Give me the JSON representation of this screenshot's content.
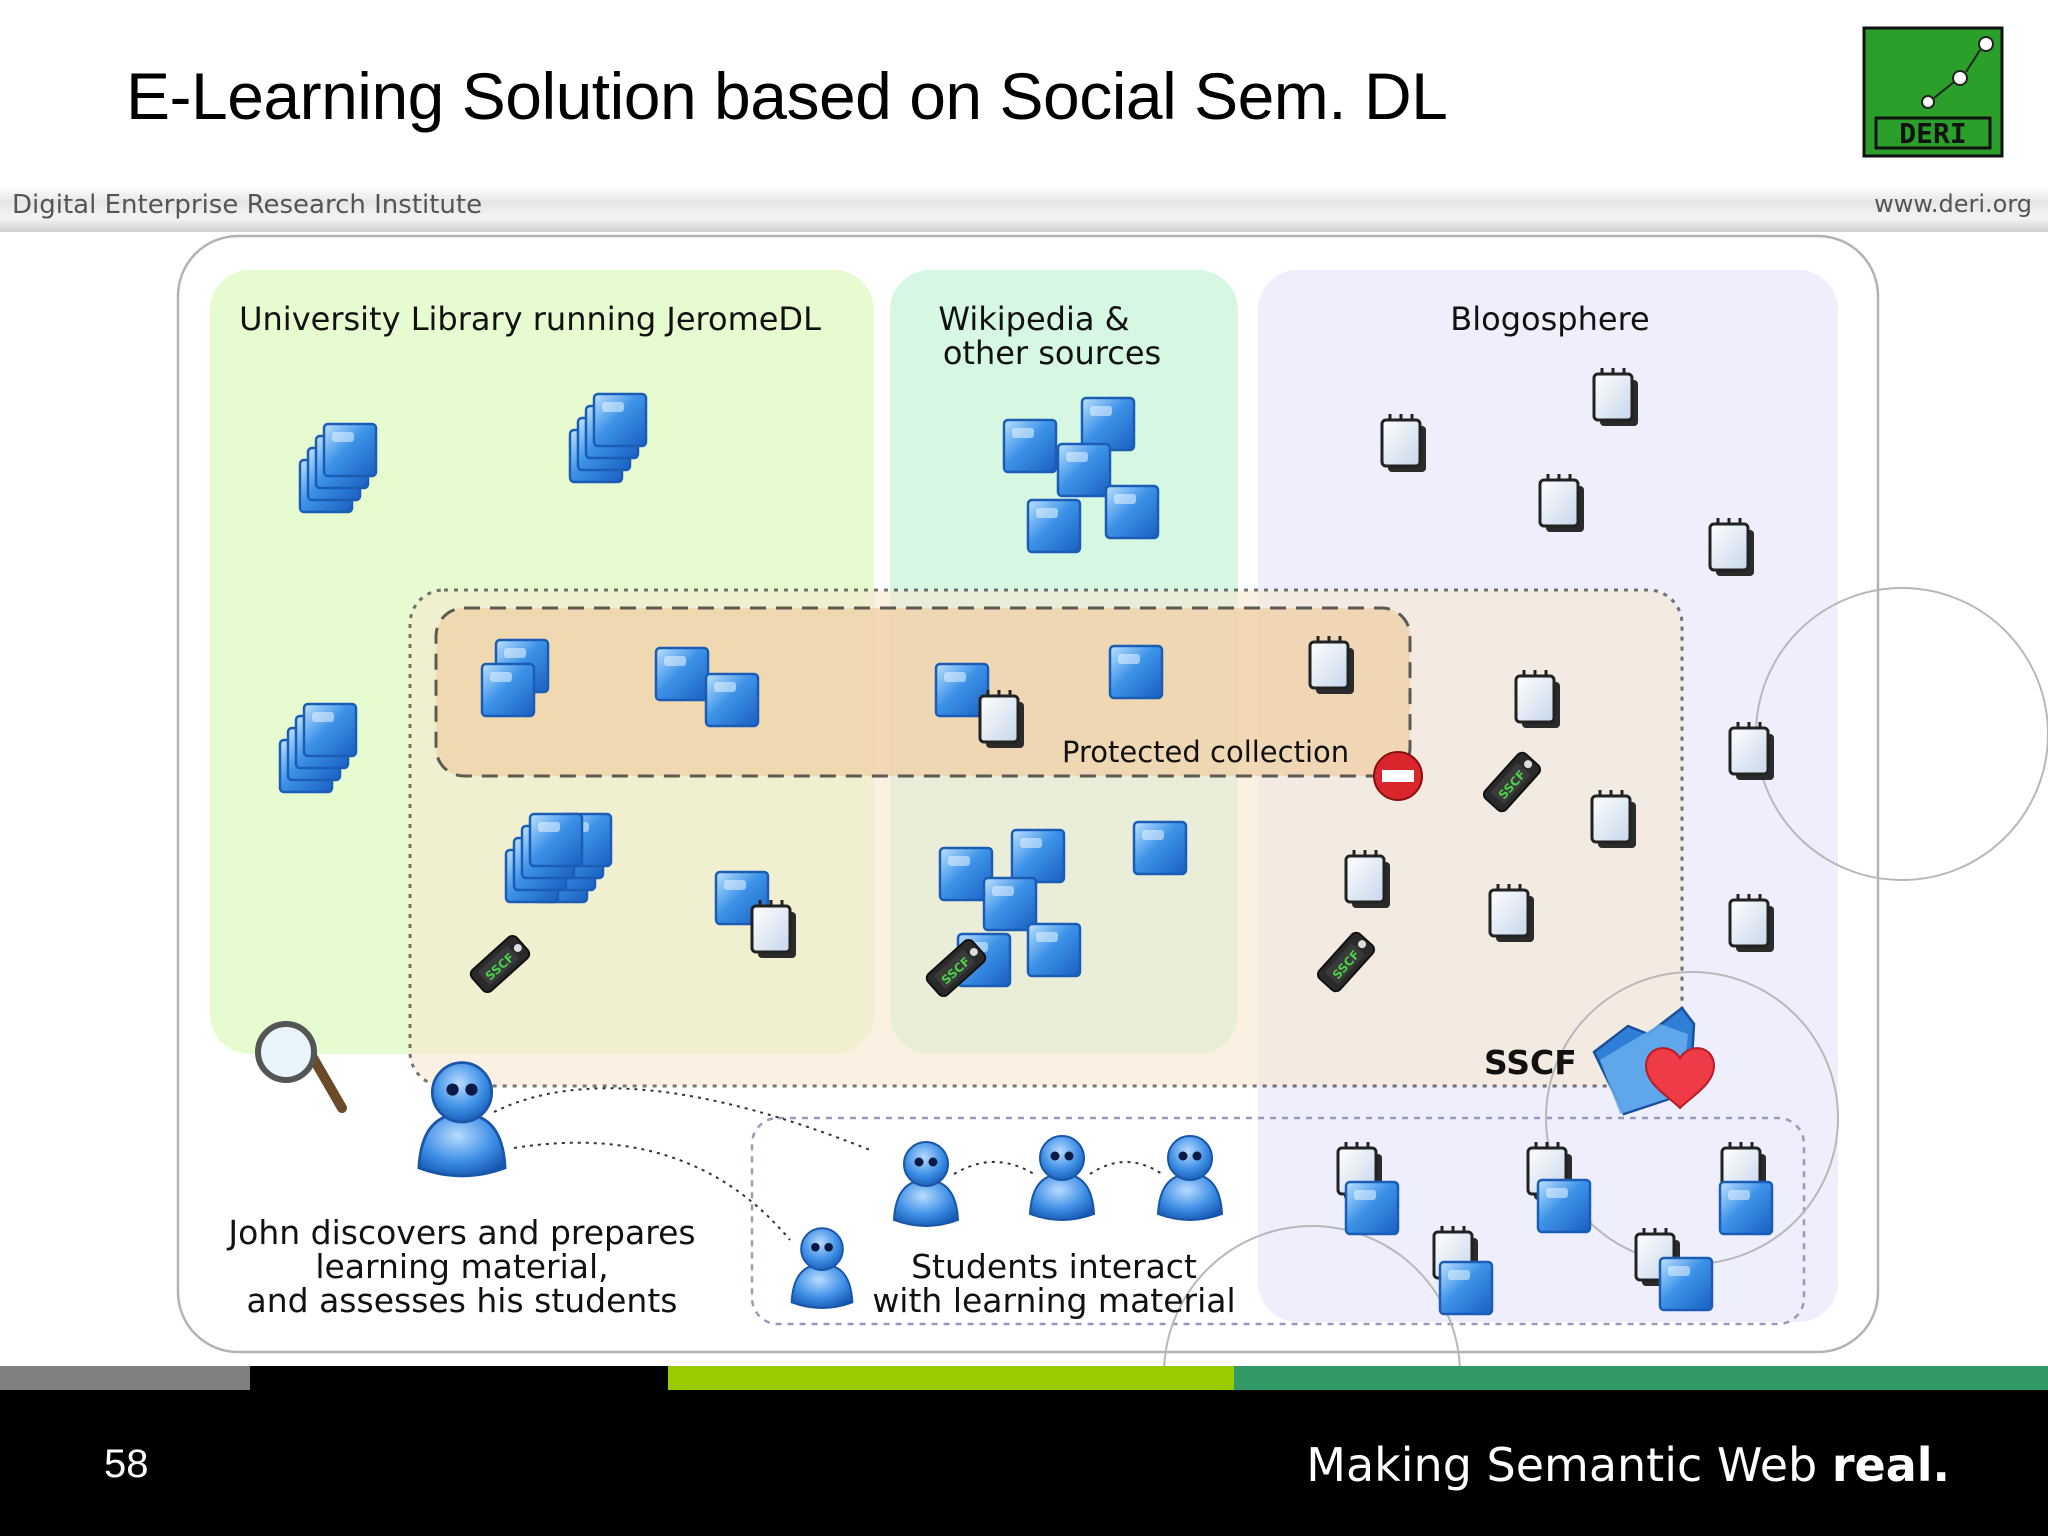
{
  "slide": {
    "title": "E-Learning Solution based on Social Sem. DL",
    "org_name": "Digital Enterprise Research Institute",
    "website": "www.deri.org",
    "logo_text": "DERI",
    "page_number": "58",
    "tagline_regular": "Making Semantic Web ",
    "tagline_bold": "real."
  },
  "diagram": {
    "region_library": "University Library running JeromeDL",
    "region_wiki_line1": "Wikipedia &",
    "region_wiki_line2": "other sources",
    "region_blogs": "Blogosphere",
    "protected_label": "Protected collection",
    "sscf_label": "SSCF",
    "tag_text": "SSCF",
    "john_line1": "John discovers and prepares",
    "john_line2": "learning material,",
    "john_line3": "and assesses his students",
    "students_line1": "Students interact",
    "students_line2": "with learning material"
  },
  "colors": {
    "library_bg": "#e6fbd0",
    "wiki_bg": "#d6f7e2",
    "blogs_bg": "#eeeefc",
    "sscf_bg": "#f7ead2",
    "protected_bg": "#f1cfa6",
    "logo_green": "#2aa02a",
    "stripe_gray": "#808080",
    "stripe_lime": "#99cc00",
    "stripe_green": "#339966"
  }
}
